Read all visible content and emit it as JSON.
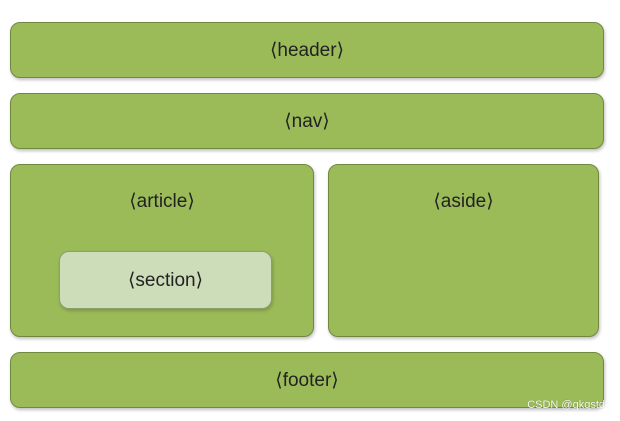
{
  "diagram": {
    "header": {
      "label": "⟨header⟩"
    },
    "nav": {
      "label": "⟨nav⟩"
    },
    "article": {
      "label": "⟨article⟩",
      "section": {
        "label": "⟨section⟩"
      }
    },
    "aside": {
      "label": "⟨aside⟩"
    },
    "footer": {
      "label": "⟨footer⟩"
    }
  },
  "watermark": "CSDN @gkqstd",
  "colors": {
    "box_fill": "#9bbb59",
    "box_border": "#71893f",
    "inner_fill": "#cddcb9"
  }
}
